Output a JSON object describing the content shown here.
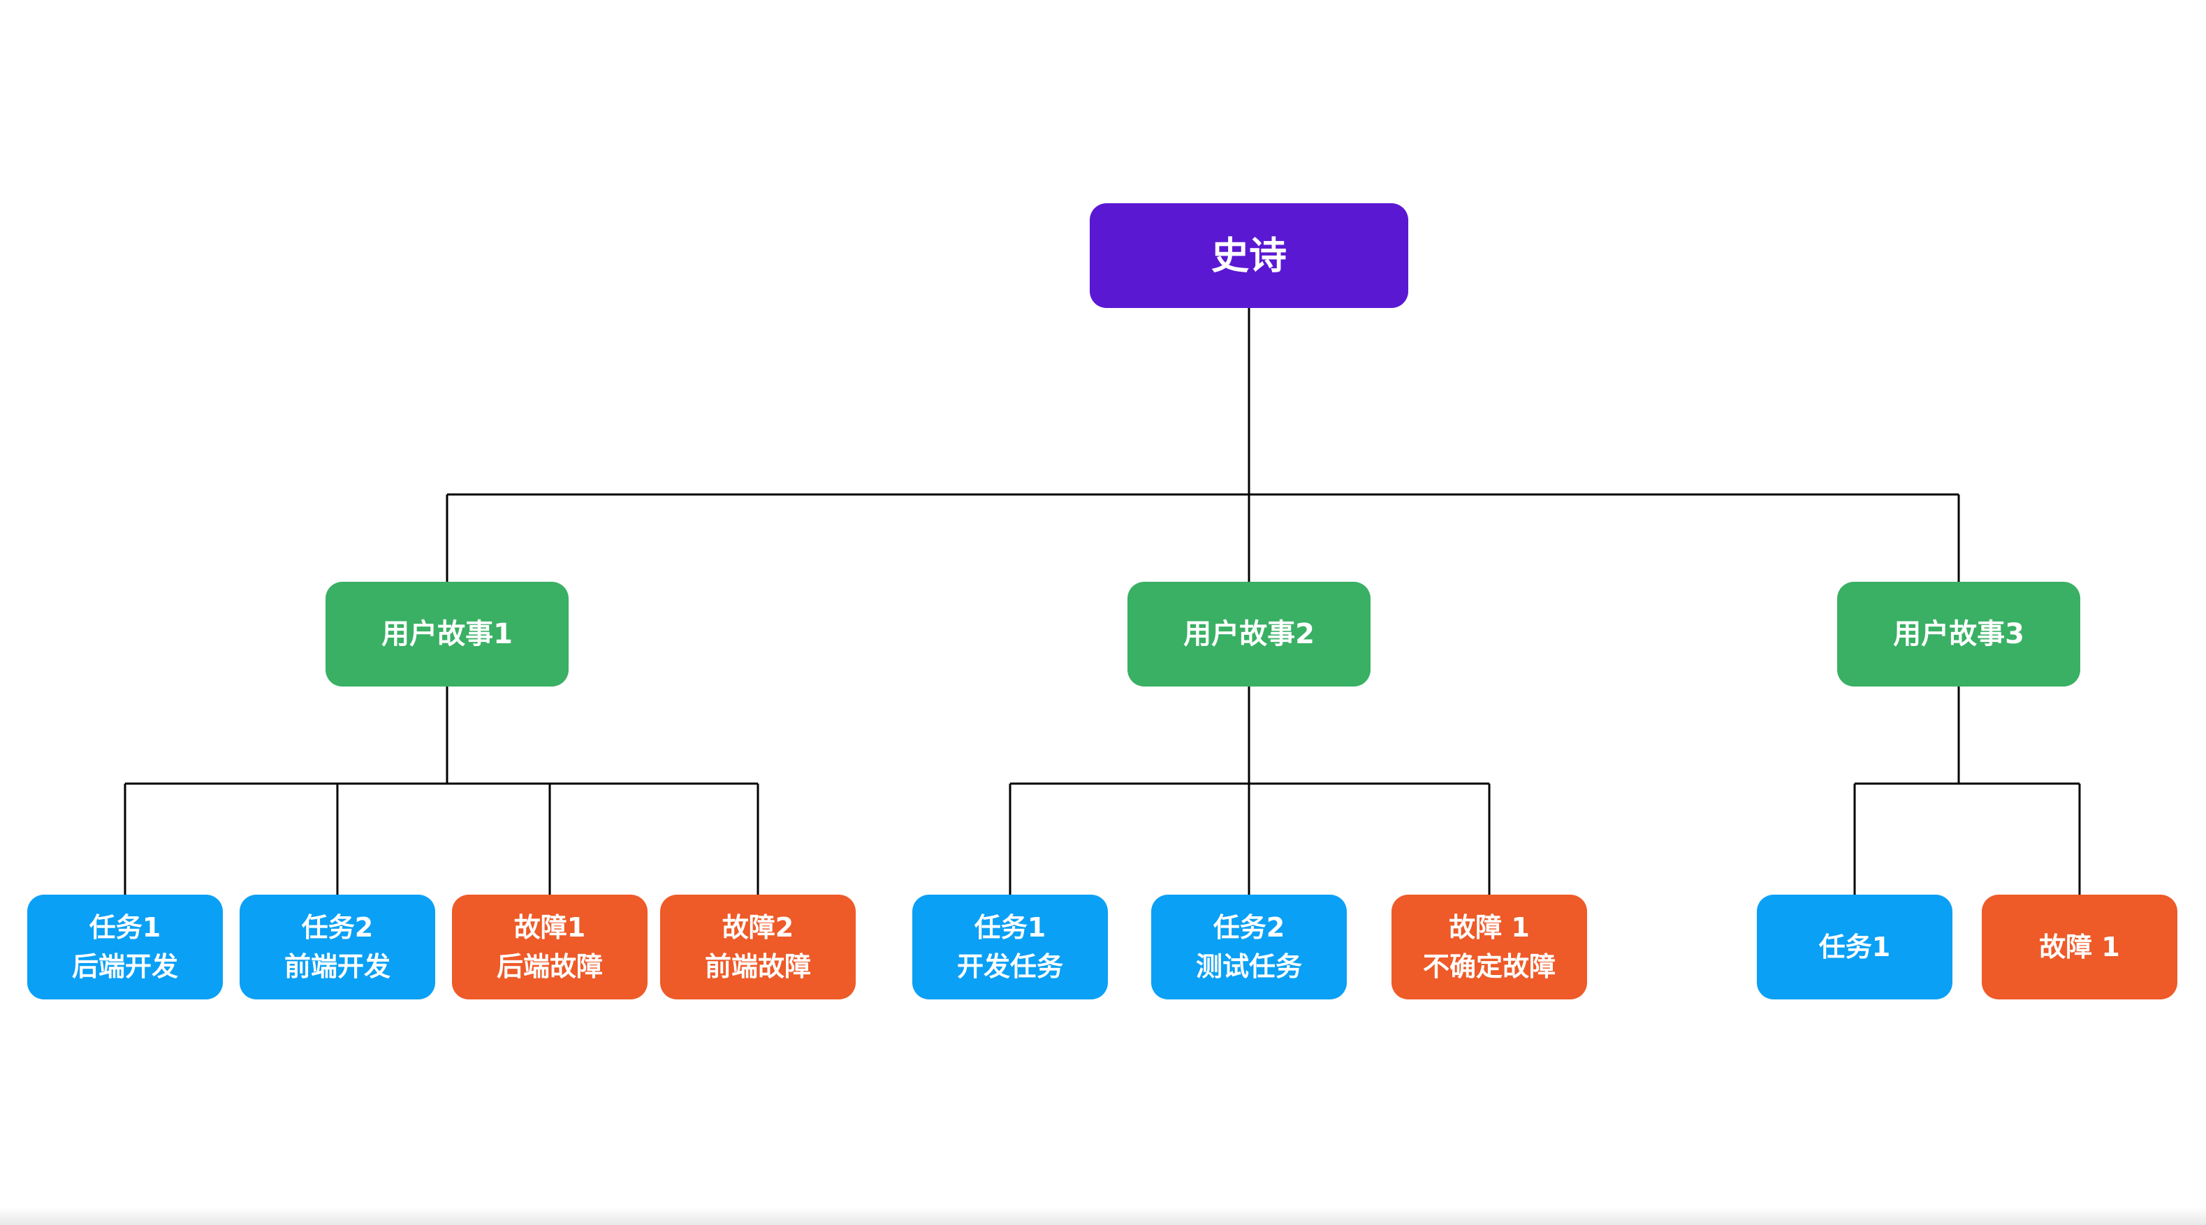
{
  "colors": {
    "epic": "#5b18d3",
    "story": "#39b064",
    "task": "#0aa0f5",
    "bug": "#ee5a28",
    "line": "#000000",
    "text": "#ffffff"
  },
  "epic": {
    "id": "epic",
    "type": "epic",
    "lines": [
      "史诗"
    ]
  },
  "stories": [
    {
      "id": "story-1",
      "type": "story",
      "lines": [
        "用户故事1"
      ],
      "children": [
        {
          "id": "s1-task-1",
          "type": "task",
          "lines": [
            "任务1",
            "后端开发"
          ]
        },
        {
          "id": "s1-task-2",
          "type": "task",
          "lines": [
            "任务2",
            "前端开发"
          ]
        },
        {
          "id": "s1-bug-1",
          "type": "bug",
          "lines": [
            "故障1",
            "后端故障"
          ]
        },
        {
          "id": "s1-bug-2",
          "type": "bug",
          "lines": [
            "故障2",
            "前端故障"
          ]
        }
      ]
    },
    {
      "id": "story-2",
      "type": "story",
      "lines": [
        "用户故事2"
      ],
      "children": [
        {
          "id": "s2-task-1",
          "type": "task",
          "lines": [
            "任务1",
            "开发任务"
          ]
        },
        {
          "id": "s2-task-2",
          "type": "task",
          "lines": [
            "任务2",
            "测试任务"
          ]
        },
        {
          "id": "s2-bug-1",
          "type": "bug",
          "lines": [
            "故障 1",
            "不确定故障"
          ]
        }
      ]
    },
    {
      "id": "story-3",
      "type": "story",
      "lines": [
        "用户故事3"
      ],
      "children": [
        {
          "id": "s3-task-1",
          "type": "task",
          "lines": [
            "任务1"
          ]
        },
        {
          "id": "s3-bug-1",
          "type": "bug",
          "lines": [
            "故障 1"
          ]
        }
      ]
    }
  ]
}
